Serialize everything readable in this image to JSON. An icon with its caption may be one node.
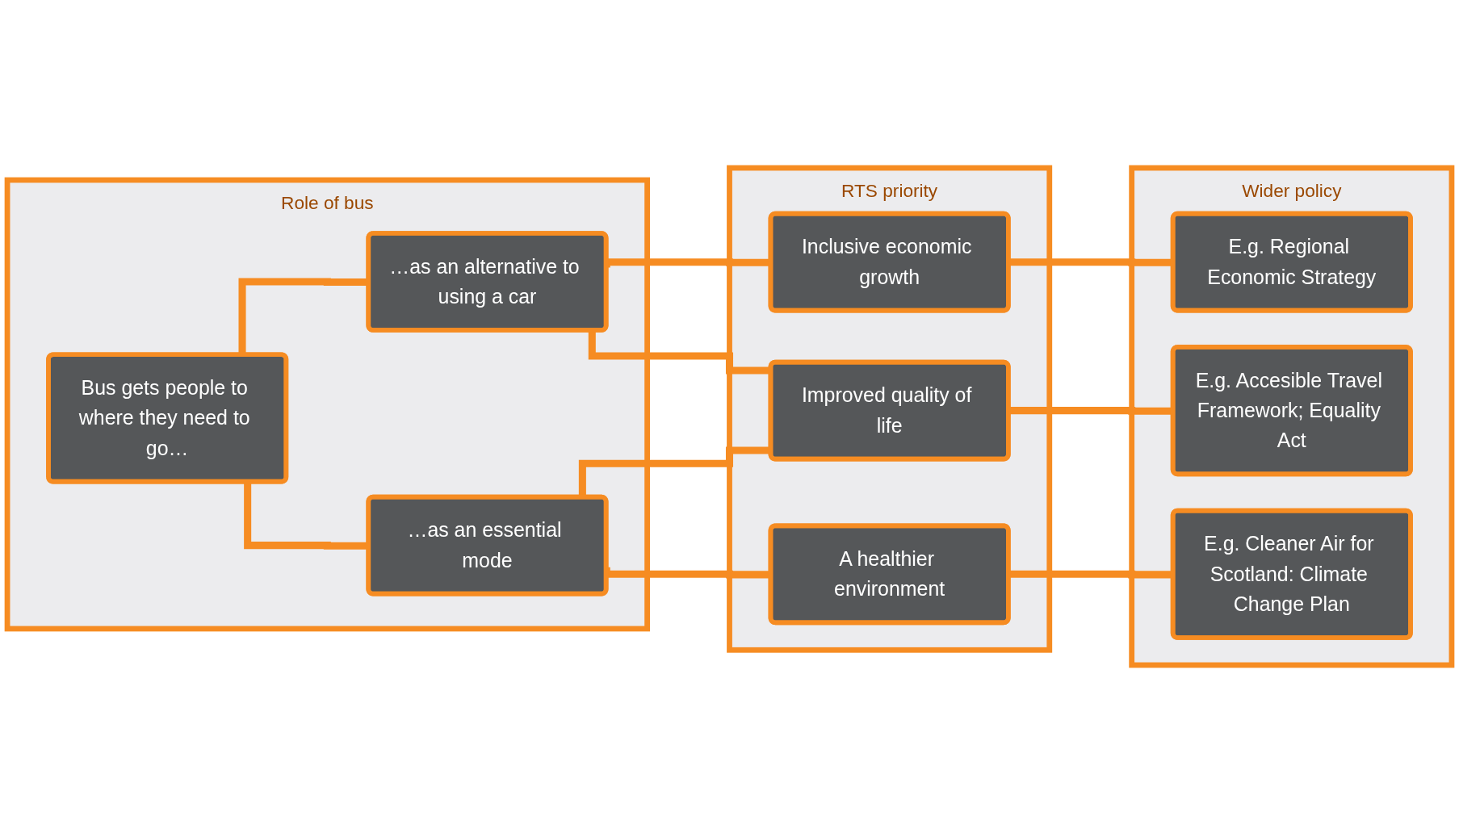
{
  "diagram": {
    "nodes": [
      {
        "text": [
          "Role of bus"
        ]
      },
      {
        "text": [
          "Bus gets people to where they need to go…"
        ],
        "in": 0
      },
      {
        "text": [
          "…as an alternative to using a car"
        ],
        "in": 0
      },
      {
        "text": [
          "…as an essential mode"
        ],
        "in": 0
      },
      {
        "text": [
          "RTS priority"
        ]
      },
      {
        "text": [
          "Inclusive economic growth"
        ],
        "in": 4
      },
      {
        "text": [
          "Improved quality of life"
        ],
        "in": 4
      },
      {
        "text": [
          "A healthier environment"
        ],
        "in": 4
      },
      {
        "text": [
          "Wider policy"
        ]
      },
      {
        "text": [
          "E.g. Regional Economic Strategy"
        ],
        "in": 8
      },
      {
        "text": [
          "E.g. Accesible Travel Framework; Equality Act"
        ],
        "in": 8
      },
      {
        "text": [
          "E.g. Cleaner Air for Scotland: Climate Change Plan"
        ],
        "in": 8
      }
    ],
    "edges": [
      {
        "from": 1,
        "to": 2,
        "arrow": "none"
      },
      {
        "from": 1,
        "to": 3,
        "arrow": "none"
      },
      {
        "from": 2,
        "to": 5,
        "arrow": "none"
      },
      {
        "from": 2,
        "to": 6,
        "arrow": "none"
      },
      {
        "from": 3,
        "to": 6,
        "arrow": "none"
      },
      {
        "from": 3,
        "to": 7,
        "arrow": "none"
      },
      {
        "from": 5,
        "to": 9,
        "arrow": "none"
      },
      {
        "from": 6,
        "to": 10,
        "arrow": "none"
      },
      {
        "from": 7,
        "to": 11,
        "arrow": "none"
      }
    ]
  }
}
